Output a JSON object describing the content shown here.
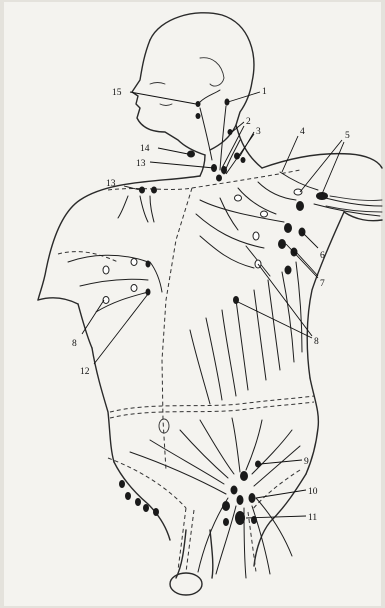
{
  "labels": {
    "l1": "1",
    "l2": "2",
    "l3": "3",
    "l4": "4",
    "l5": "5",
    "l6": "6",
    "l7": "7",
    "l8r": "8",
    "l8l": "8",
    "l9": "9",
    "l10": "10",
    "l11": "11",
    "l12": "12",
    "l13a": "13",
    "l13b": "13",
    "l14": "14",
    "l15": "15"
  },
  "colors": {
    "ink": "#1a1a1a",
    "paper": "#f4f3ef"
  }
}
